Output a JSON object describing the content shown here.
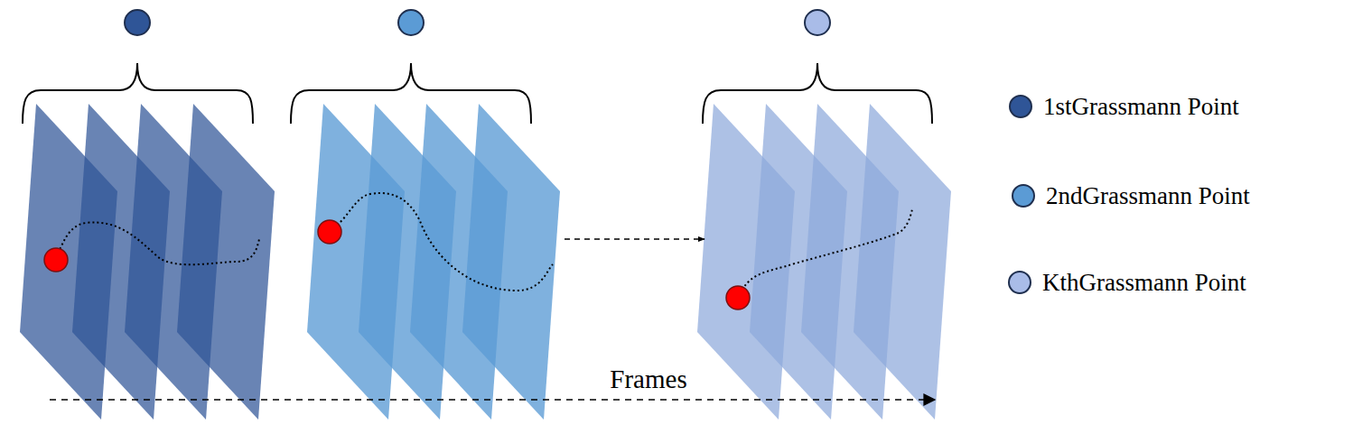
{
  "diagram": {
    "labels": [
      "Frames"
    ],
    "legend": [
      {
        "text": "1stGrassmann Point",
        "color": "#2f5597"
      },
      {
        "text": "2ndGrassmann Point",
        "color": "#5b9bd5"
      },
      {
        "text": "KthGrassmann Point",
        "color": "#a9bce8"
      }
    ]
  }
}
